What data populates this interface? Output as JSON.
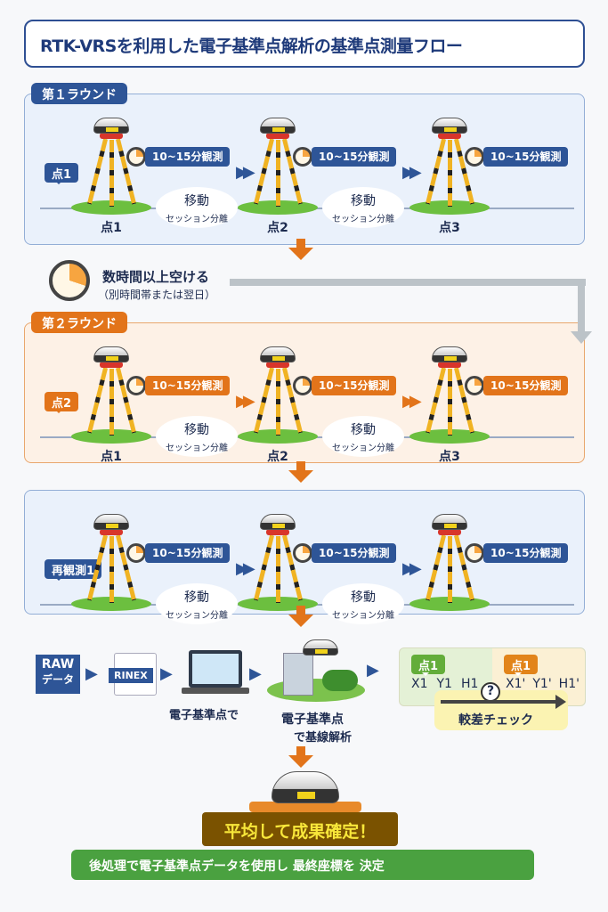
{
  "title": "RTK-VRSを利用した電子基準点解析の基準点測量フロー",
  "colors": {
    "blue": "#2e5597",
    "orange": "#e2741a",
    "green": "#4aa140",
    "gold": "#7a5200"
  },
  "rounds": [
    {
      "label": "第１ラウンド",
      "tag": "点1",
      "theme": "blue",
      "time": "10~15分観測",
      "move": "移動",
      "session": "セッション分離",
      "points": [
        "点1",
        "点2",
        "点3"
      ]
    },
    {
      "label": "第２ラウンド",
      "tag": "点2",
      "theme": "orange",
      "time": "10~15分観測",
      "move": "移動",
      "session": "セッション分離",
      "points": [
        "点1",
        "点2",
        "点3"
      ]
    },
    {
      "label": "",
      "tag": "再観測1",
      "theme": "blue",
      "time": "10~15分観測",
      "move": "移動",
      "session": "セッション分離",
      "points": []
    }
  ],
  "interval": {
    "main": "数時間以上空ける",
    "sub": "（別時間帯または翌日）"
  },
  "process": {
    "raw": "RAW",
    "raw2": "データ",
    "rinex": "RINEX",
    "pc_label": "電子基準点で",
    "station_label": "電子基準点",
    "station_label2": "で基線解析"
  },
  "compare": {
    "left_tag": "点1",
    "right_tag": "点1",
    "left": [
      "X1",
      "Y1",
      "H1"
    ],
    "right": [
      "X1'",
      "Y1'",
      "H1'"
    ],
    "question": "?",
    "check": "較差チェック"
  },
  "result": {
    "banner": "平均して成果確定！",
    "footer": "後処理で電子基準点データを使用し 最終座標を 決定"
  }
}
